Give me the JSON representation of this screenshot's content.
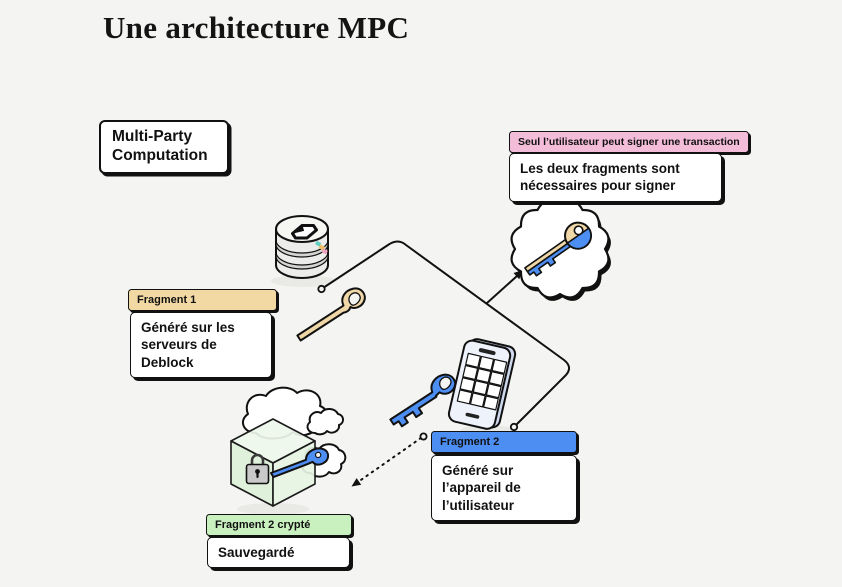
{
  "page": {
    "title": "Une architecture MPC",
    "background_color": "#f4f4f2",
    "ink_color": "#111111"
  },
  "boxes": {
    "mpc": {
      "label": "Multi-Party Computation"
    },
    "signing": {
      "tag": "Seul l’utilisateur peut signer une transaction",
      "note": "Les deux fragments sont nécessaires pour signer",
      "tag_color": "#f3bcd9"
    },
    "fragment1": {
      "tag": "Fragment 1",
      "note": "Généré sur les serveurs de Deblock",
      "tag_color": "#f2d9a3"
    },
    "fragment2": {
      "tag": "Fragment 2",
      "note": "Généré sur l’appareil de l’utilisateur",
      "tag_color": "#4d8ef3"
    },
    "fragment2_crypte": {
      "tag": "Fragment 2 crypté",
      "note": "Sauvegardé",
      "tag_color": "#c9f0bf"
    }
  },
  "icons": {
    "server": "deblock-database-stack-icon",
    "fragment1_key": "tan-half-key-icon",
    "fragment2_key": "blue-half-key-icon",
    "phone": "smartphone-keypad-icon",
    "signing_badge": "combined-key-seal-icon",
    "backup_cube": "encrypted-cube-icon",
    "clouds": "cloud-icon",
    "lock": "padlock-icon"
  },
  "colors": {
    "key_tan": "#efd7a7",
    "key_blue": "#4d8ef3",
    "cube_green": "#e0f1dc",
    "server_gray": "#ececea",
    "chip_teal": "#63cfc0",
    "chip_orange": "#f2bd62",
    "chip_pink": "#efa0bf"
  }
}
